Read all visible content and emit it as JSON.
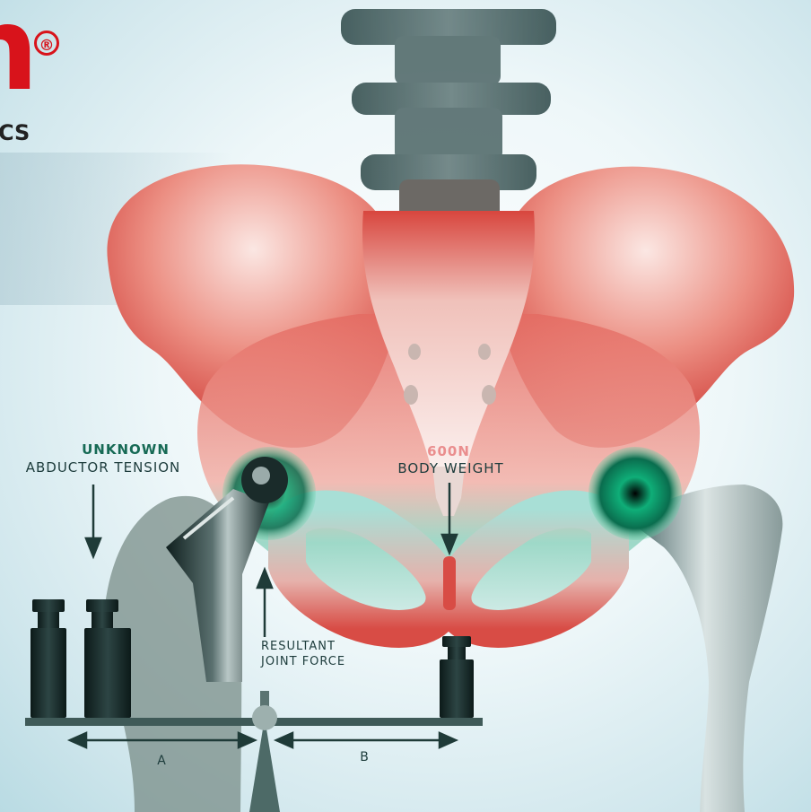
{
  "logo": {
    "letter": "n",
    "registered": "®",
    "subtitle": "CS"
  },
  "labels": {
    "abductor_title": "UNKNOWN",
    "abductor_subtitle": "ABDUCTOR TENSION",
    "weight_value": "600N",
    "weight_label": "BODY WEIGHT",
    "resultant_line1": "RESULTANT",
    "resultant_line2": "JOINT FORCE",
    "lever_a": "A",
    "lever_b": "B"
  },
  "colors": {
    "brand_red": "#d8131b",
    "bone_red": "#d2453f",
    "joint_green": "#12b17d",
    "dark_teal": "#1f3b38"
  }
}
